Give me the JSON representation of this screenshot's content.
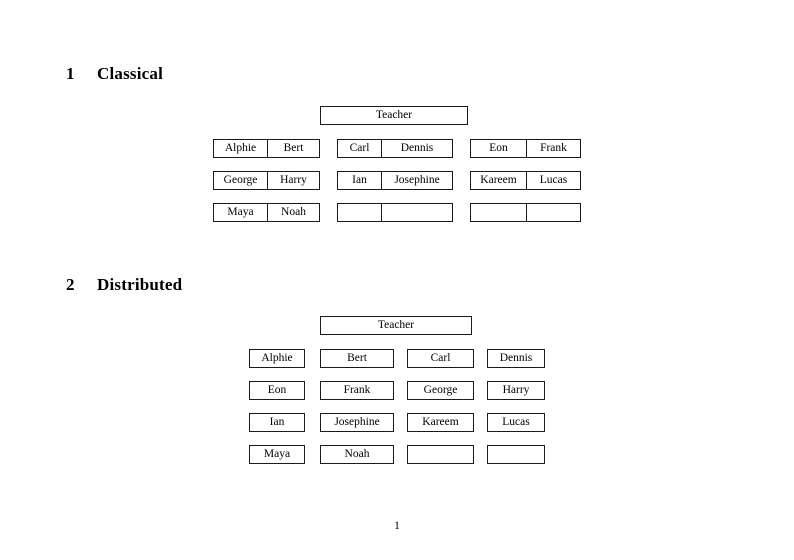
{
  "document": {
    "page_number": "1",
    "sections": [
      {
        "number": "1",
        "title": "Classical",
        "root_label": "Teacher",
        "groups": [
          {
            "name": "group-1",
            "rows": [
              [
                "Alphie",
                "Bert"
              ],
              [
                "George",
                "Harry"
              ],
              [
                "Maya",
                "Noah"
              ]
            ]
          },
          {
            "name": "group-2",
            "rows": [
              [
                "Carl",
                "Dennis"
              ],
              [
                "Ian",
                "Josephine"
              ],
              [
                "",
                ""
              ]
            ]
          },
          {
            "name": "group-3",
            "rows": [
              [
                "Eon",
                "Frank"
              ],
              [
                "Kareem",
                "Lucas"
              ],
              [
                "",
                ""
              ]
            ]
          }
        ]
      },
      {
        "number": "2",
        "title": "Distributed",
        "root_label": "Teacher",
        "rows": [
          [
            "Alphie",
            "Bert",
            "Carl",
            "Dennis"
          ],
          [
            "Eon",
            "Frank",
            "George",
            "Harry"
          ],
          [
            "Ian",
            "Josephine",
            "Kareem",
            "Lucas"
          ],
          [
            "Maya",
            "Noah",
            "",
            ""
          ]
        ]
      }
    ]
  },
  "colors": {
    "page_background": "#ffffff",
    "text": "#000000",
    "box_border": "#1a1a1a"
  }
}
